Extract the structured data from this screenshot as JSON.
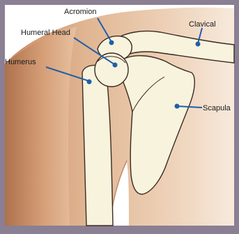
{
  "diagram": {
    "labels": {
      "acromion": "Acromion",
      "humeral_head": "Humeral Head",
      "clavical": "Clavical",
      "humerus": "Humerus",
      "scapula": "Scapula"
    }
  },
  "colors": {
    "frame": "#8a7f93",
    "background": "#ffffff",
    "skin": "#d9a77f",
    "skin_shadow": "#b97f5a",
    "bone": "#f7f3dc",
    "outline": "#3b2a22",
    "pointer": "#1f5fa8",
    "label_text": "#1a1a1a"
  }
}
